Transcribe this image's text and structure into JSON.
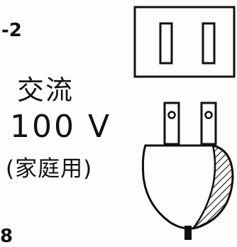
{
  "figure": {
    "number_label": "-2",
    "bottom_partial_label": "8"
  },
  "power": {
    "type_label": "交流",
    "voltage_label": "100 V",
    "usage_label": "(家庭用)"
  },
  "colors": {
    "ink": "#111111",
    "paper": "#fdfdfb"
  }
}
